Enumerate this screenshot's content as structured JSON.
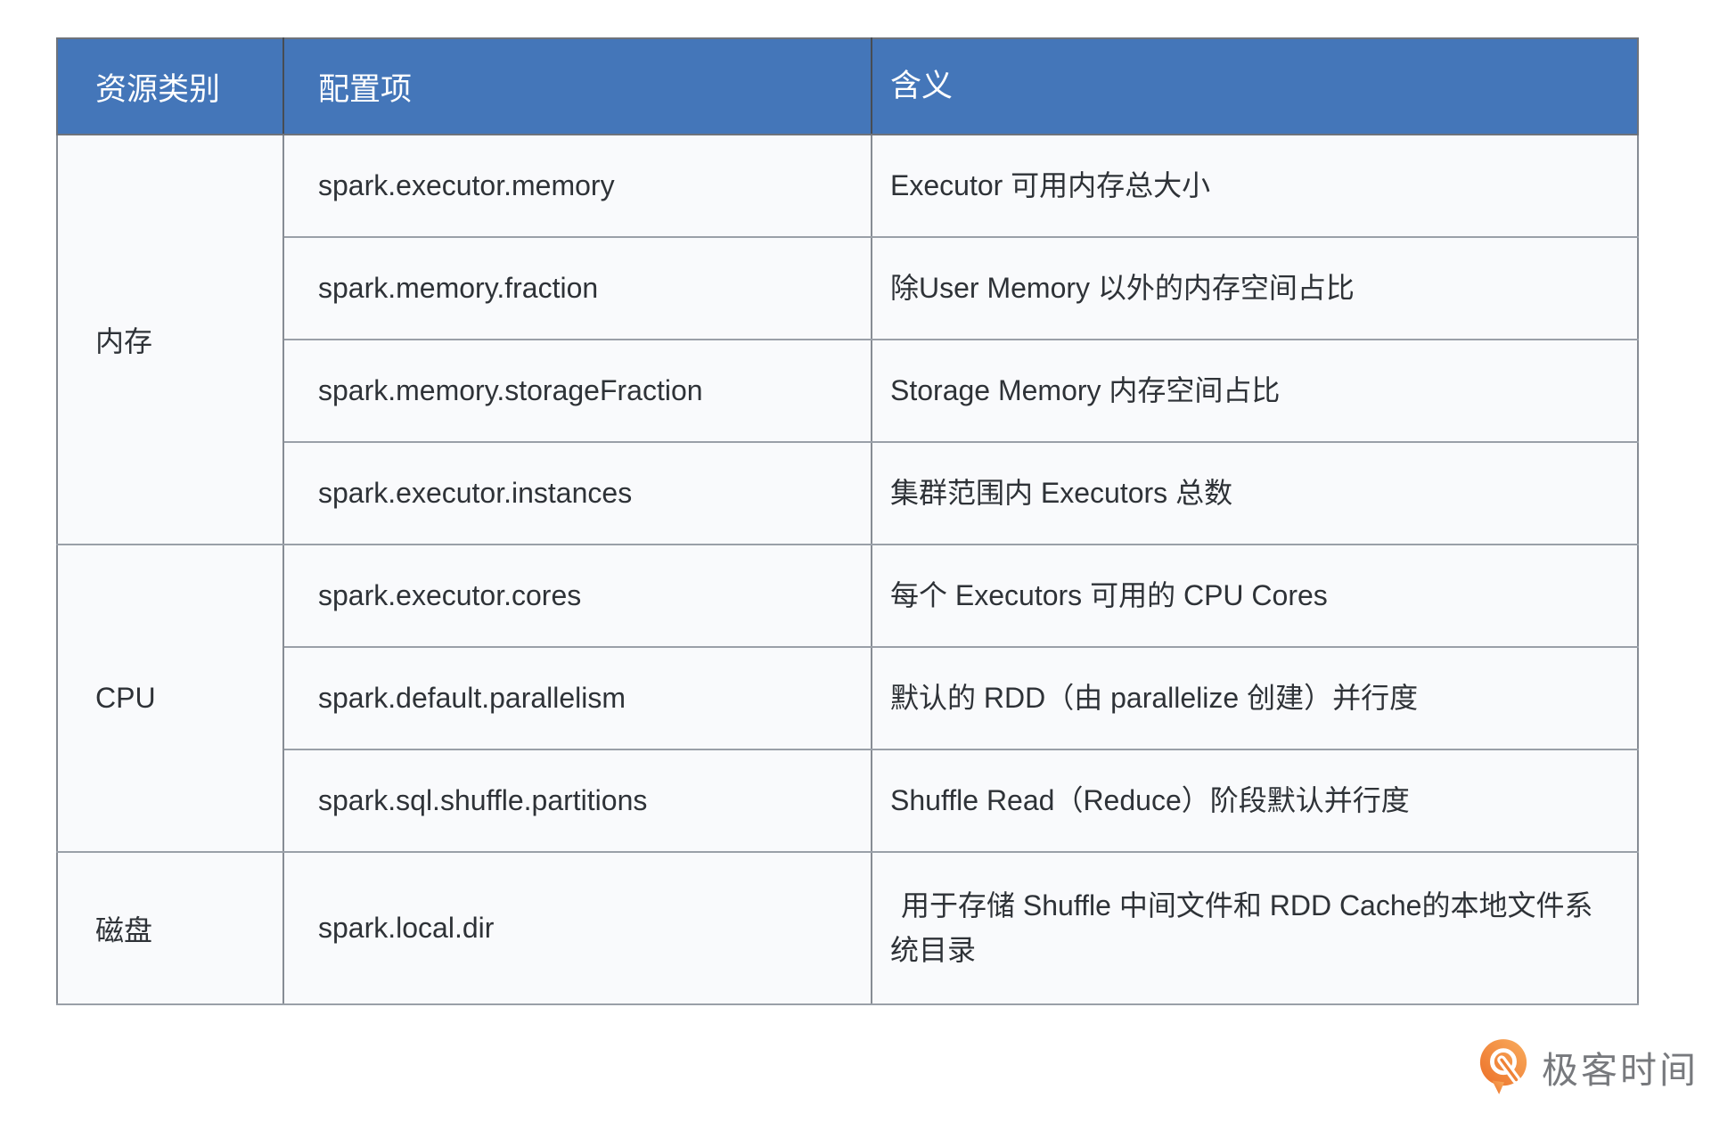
{
  "table": {
    "columns": [
      {
        "label": "资源类别"
      },
      {
        "label": "配置项"
      },
      {
        "label": "含义"
      }
    ],
    "groups": [
      {
        "category": "内存",
        "rows": [
          {
            "config": "spark.executor.memory",
            "meaning": "Executor 可用内存总大小"
          },
          {
            "config": "spark.memory.fraction",
            "meaning": "除User Memory 以外的内存空间占比"
          },
          {
            "config": "spark.memory.storageFraction",
            "meaning": "Storage Memory 内存空间占比"
          },
          {
            "config": "spark.executor.instances",
            "meaning": "集群范围内 Executors 总数"
          }
        ]
      },
      {
        "category": "CPU",
        "rows": [
          {
            "config": "spark.executor.cores",
            "meaning": "每个 Executors 可用的 CPU Cores"
          },
          {
            "config": "spark.default.parallelism",
            "meaning": "默认的 RDD（由 parallelize 创建）并行度"
          },
          {
            "config": "spark.sql.shuffle.partitions",
            "meaning": "Shuffle Read（Reduce）阶段默认并行度"
          }
        ]
      },
      {
        "category": "磁盘",
        "rows": [
          {
            "config": "spark.local.dir",
            "meaning": "用于存储 Shuffle 中间文件和 RDD Cache的本地文件系统目录"
          }
        ]
      }
    ]
  },
  "chart_data": {
    "type": "table",
    "title": "",
    "columns": [
      "资源类别",
      "配置项",
      "含义"
    ],
    "rows": [
      [
        "内存",
        "spark.executor.memory",
        "Executor 可用内存总大小"
      ],
      [
        "内存",
        "spark.memory.fraction",
        "除User Memory 以外的内存空间占比"
      ],
      [
        "内存",
        "spark.memory.storageFraction",
        "Storage Memory 内存空间占比"
      ],
      [
        "内存",
        "spark.executor.instances",
        "集群范围内 Executors 总数"
      ],
      [
        "CPU",
        "spark.executor.cores",
        "每个 Executors 可用的 CPU Cores"
      ],
      [
        "CPU",
        "spark.default.parallelism",
        "默认的 RDD（由 parallelize 创建）并行度"
      ],
      [
        "CPU",
        "spark.sql.shuffle.partitions",
        "Shuffle Read（Reduce）阶段默认并行度"
      ],
      [
        "磁盘",
        "spark.local.dir",
        "用于存储 Shuffle 中间文件和 RDD Cache的本地文件系统目录"
      ]
    ]
  },
  "branding": {
    "logo_text": "极客时间",
    "logo_icon": "geektime-pin-q-icon"
  },
  "colors": {
    "header_bg": "#4476b9",
    "header_text": "#ffffff",
    "row_bg": "#f9fafc",
    "body_text": "#2e3237",
    "border": "#878c94",
    "brand_orange": "#ed7c2f",
    "brand_text": "#77797d"
  }
}
